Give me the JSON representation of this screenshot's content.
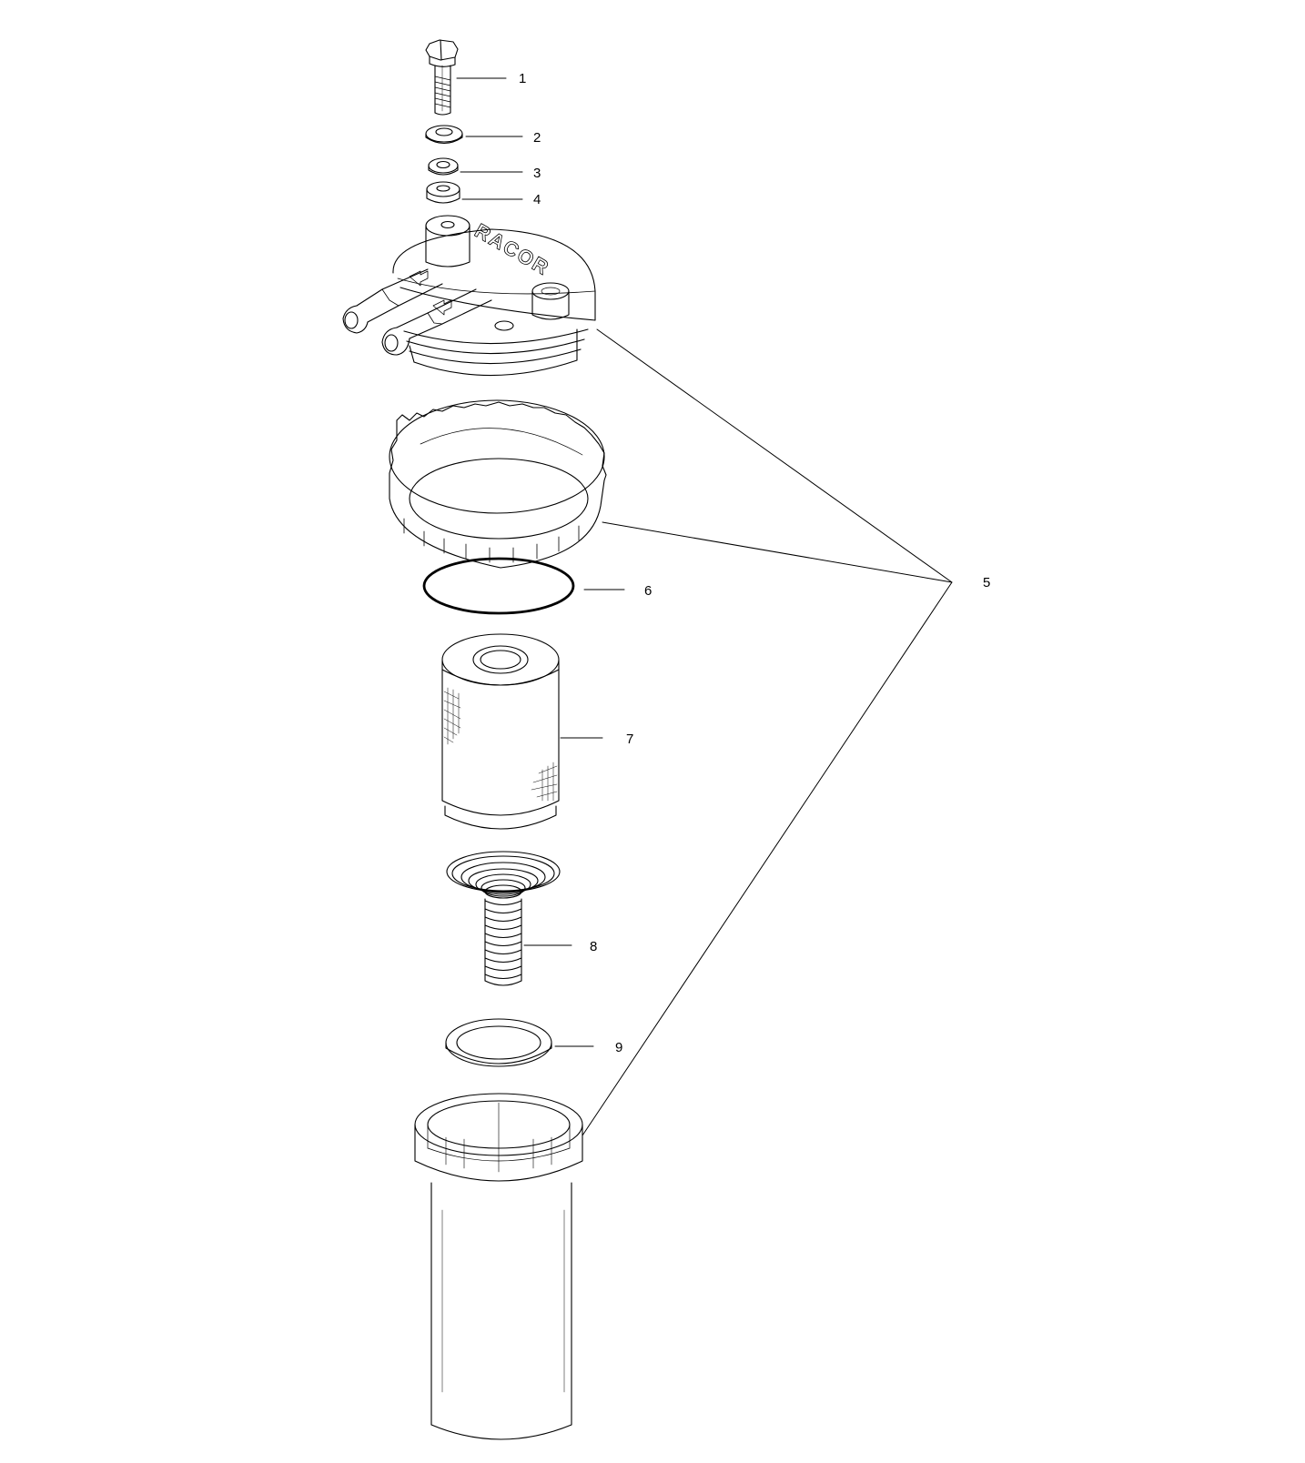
{
  "diagram": {
    "type": "exploded-parts-view",
    "brand_mark": "RACOR",
    "callouts": [
      {
        "id": "1",
        "label": "1",
        "part": "bolt"
      },
      {
        "id": "2",
        "label": "2",
        "part": "washer-large"
      },
      {
        "id": "3",
        "label": "3",
        "part": "washer-small"
      },
      {
        "id": "4",
        "label": "4",
        "part": "spacer"
      },
      {
        "id": "5",
        "label": "5",
        "part": "filter-head-ring-bowl-assembly"
      },
      {
        "id": "6",
        "label": "6",
        "part": "o-ring"
      },
      {
        "id": "7",
        "label": "7",
        "part": "filter-element"
      },
      {
        "id": "8",
        "label": "8",
        "part": "spring"
      },
      {
        "id": "9",
        "label": "9",
        "part": "gasket"
      }
    ],
    "colors": {
      "line": "#000000",
      "background": "#ffffff"
    }
  }
}
